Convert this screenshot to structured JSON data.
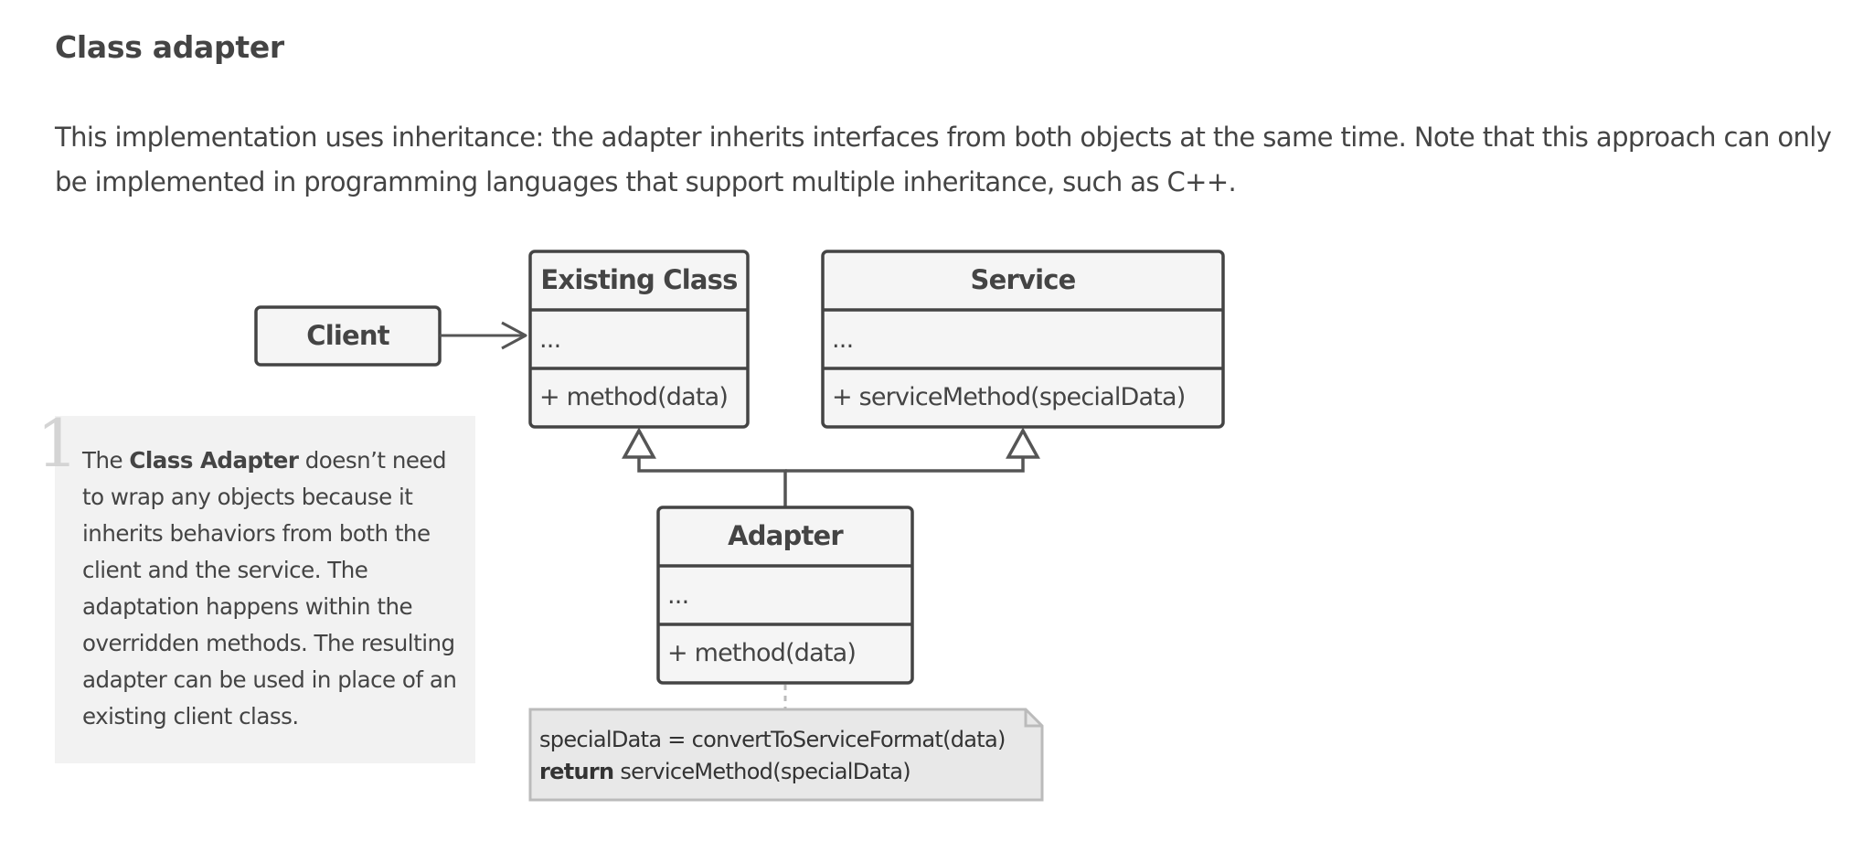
{
  "heading": "Class adapter",
  "intro": "This implementation uses inheritance: the adapter inherits interfaces from both objects at the same time. Note that this approach can only be implemented in programming languages that support multiple inheritance, such as C++.",
  "diagram": {
    "client": {
      "title": "Client"
    },
    "existing_class": {
      "title": "Existing Class",
      "fields": "...",
      "methods": "+ method(data)"
    },
    "service": {
      "title": "Service",
      "fields": "...",
      "methods": "+ serviceMethod(specialData)"
    },
    "adapter": {
      "title": "Adapter",
      "fields": "...",
      "methods": "+ method(data)"
    },
    "code_note": {
      "line1": "specialData = convertToServiceFormat(data)",
      "line2_keyword": "return",
      "line2_rest": " serviceMethod(specialData)"
    }
  },
  "callout": {
    "number": "1",
    "text_before": "The ",
    "text_bold": "Class Adapter",
    "text_after": " doesn’t need to wrap any objects because it inherits behaviors from both the client and the service. The adaptation happens within the overridden methods. The resulting adapter can be used in place of an existing client class."
  },
  "colors": {
    "text": "#444444",
    "box_fill": "#f5f5f5",
    "box_stroke": "#444444",
    "note_fill": "#f2f2f2",
    "code_fill": "#e8e8e8",
    "code_stroke": "#bbbbbb",
    "callout_number": "#d4d4d4"
  }
}
